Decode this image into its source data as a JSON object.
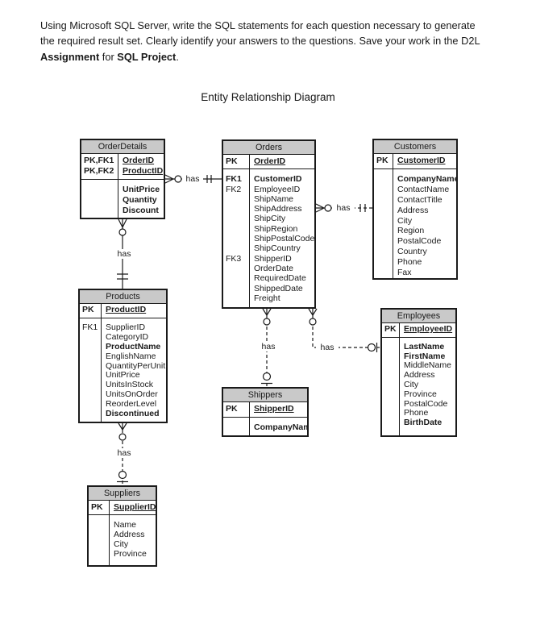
{
  "intro": {
    "lines": [
      [
        {
          "text": "Using Microsoft SQL Server, write the SQL statements for each question necessary to generate",
          "bold": false
        }
      ],
      [
        {
          "text": "the required result set. Clearly identify your answers to the questions. Save your work in the D2L",
          "bold": false
        }
      ],
      [
        {
          "text": "Assignment",
          "bold": true
        },
        {
          "text": " for ",
          "bold": false
        },
        {
          "text": "SQL Project",
          "bold": true
        },
        {
          "text": ".",
          "bold": false
        }
      ]
    ]
  },
  "diagram_title": "Entity Relationship Diagram",
  "entities": [
    {
      "name": "OrderDetails",
      "pk_rows": [
        {
          "key": "PK,FK1",
          "key_bold": true,
          "field": "OrderID",
          "pk": true
        },
        {
          "key": "PK,FK2",
          "key_bold": true,
          "field": "ProductID",
          "pk": true
        }
      ],
      "attr_rows": [
        {
          "key": "",
          "field": "UnitPrice",
          "bold": true
        },
        {
          "key": "",
          "field": "Quantity",
          "bold": true
        },
        {
          "key": "",
          "field": "Discount",
          "bold": true
        }
      ]
    },
    {
      "name": "Orders",
      "pk_rows": [
        {
          "key": "PK",
          "key_bold": true,
          "field": "OrderID",
          "pk": true
        }
      ],
      "attr_rows": [
        {
          "key": "FK1",
          "key_bold": true,
          "field": "CustomerID",
          "bold": true
        },
        {
          "key": "FK2",
          "key_bold": false,
          "field": "EmployeeID",
          "bold": false
        },
        {
          "key": "",
          "field": "ShipName",
          "bold": false
        },
        {
          "key": "",
          "field": "ShipAddress",
          "bold": false
        },
        {
          "key": "",
          "field": "ShipCity",
          "bold": false
        },
        {
          "key": "",
          "field": "ShipRegion",
          "bold": false
        },
        {
          "key": "",
          "field": "ShipPostalCode",
          "bold": false
        },
        {
          "key": "",
          "field": "ShipCountry",
          "bold": false
        },
        {
          "key": "FK3",
          "key_bold": false,
          "field": "ShipperID",
          "bold": false
        },
        {
          "key": "",
          "field": "OrderDate",
          "bold": false
        },
        {
          "key": "",
          "field": "RequiredDate",
          "bold": false
        },
        {
          "key": "",
          "field": "ShippedDate",
          "bold": false
        },
        {
          "key": "",
          "field": "Freight",
          "bold": false
        }
      ]
    },
    {
      "name": "Customers",
      "pk_rows": [
        {
          "key": "PK",
          "key_bold": true,
          "field": "CustomerID",
          "pk": true
        }
      ],
      "attr_rows": [
        {
          "key": "",
          "field": "CompanyName",
          "bold": true
        },
        {
          "key": "",
          "field": "ContactName",
          "bold": false
        },
        {
          "key": "",
          "field": "ContactTitle",
          "bold": false
        },
        {
          "key": "",
          "field": "Address",
          "bold": false
        },
        {
          "key": "",
          "field": "City",
          "bold": false
        },
        {
          "key": "",
          "field": "Region",
          "bold": false
        },
        {
          "key": "",
          "field": "PostalCode",
          "bold": false
        },
        {
          "key": "",
          "field": "Country",
          "bold": false
        },
        {
          "key": "",
          "field": "Phone",
          "bold": false
        },
        {
          "key": "",
          "field": "Fax",
          "bold": false
        }
      ]
    },
    {
      "name": "Products",
      "pk_rows": [
        {
          "key": "PK",
          "key_bold": true,
          "field": "ProductID",
          "pk": true
        }
      ],
      "attr_rows": [
        {
          "key": "FK1",
          "key_bold": false,
          "field": "SupplierID",
          "bold": false
        },
        {
          "key": "",
          "field": "CategoryID",
          "bold": false
        },
        {
          "key": "",
          "field": "ProductName",
          "bold": true
        },
        {
          "key": "",
          "field": "EnglishName",
          "bold": false
        },
        {
          "key": "",
          "field": "QuantityPerUnit",
          "bold": false
        },
        {
          "key": "",
          "field": "UnitPrice",
          "bold": false
        },
        {
          "key": "",
          "field": "UnitsInStock",
          "bold": false
        },
        {
          "key": "",
          "field": "UnitsOnOrder",
          "bold": false
        },
        {
          "key": "",
          "field": "ReorderLevel",
          "bold": false
        },
        {
          "key": "",
          "field": "Discontinued",
          "bold": true
        }
      ]
    },
    {
      "name": "Employees",
      "pk_rows": [
        {
          "key": "PK",
          "key_bold": true,
          "field": "EmployeeID",
          "pk": true
        }
      ],
      "attr_rows": [
        {
          "key": "",
          "field": "LastName",
          "bold": true
        },
        {
          "key": "",
          "field": "FirstName",
          "bold": true
        },
        {
          "key": "",
          "field": "MiddleName",
          "bold": false
        },
        {
          "key": "",
          "field": "Address",
          "bold": false
        },
        {
          "key": "",
          "field": "City",
          "bold": false
        },
        {
          "key": "",
          "field": "Province",
          "bold": false
        },
        {
          "key": "",
          "field": "PostalCode",
          "bold": false
        },
        {
          "key": "",
          "field": "Phone",
          "bold": false
        },
        {
          "key": "",
          "field": "BirthDate",
          "bold": true
        }
      ]
    },
    {
      "name": "Shippers",
      "pk_rows": [
        {
          "key": "PK",
          "key_bold": true,
          "field": "ShipperID",
          "pk": true
        }
      ],
      "attr_rows": [
        {
          "key": "",
          "field": "CompanyName",
          "bold": true
        }
      ]
    },
    {
      "name": "Suppliers",
      "pk_rows": [
        {
          "key": "PK",
          "key_bold": true,
          "field": "SupplierID",
          "pk": true
        }
      ],
      "attr_rows": [
        {
          "key": "",
          "field": "Name",
          "bold": false
        },
        {
          "key": "",
          "field": "Address",
          "bold": false
        },
        {
          "key": "",
          "field": "City",
          "bold": false
        },
        {
          "key": "",
          "field": "Province",
          "bold": false
        }
      ]
    }
  ],
  "relationships": [
    {
      "from": "Orders",
      "to": "OrderDetails",
      "label": "has",
      "line": "solid",
      "orders_end": "one-and-only-one",
      "orderdetails_end": "zero-or-many"
    },
    {
      "from": "Customers",
      "to": "Orders",
      "label": "has",
      "line": "dashed",
      "customers_end": "one-and-only-one",
      "orders_end": "zero-or-many"
    },
    {
      "from": "Products",
      "to": "OrderDetails",
      "label": "has",
      "line": "solid",
      "products_end": "one-and-only-one",
      "orderdetails_end": "zero-or-many"
    },
    {
      "from": "Shippers",
      "to": "Orders",
      "label": "has",
      "line": "dashed",
      "shippers_end": "zero-or-one",
      "orders_end": "zero-or-many"
    },
    {
      "from": "Employees",
      "to": "Orders",
      "label": "has",
      "line": "dashed",
      "employees_end": "zero-or-one",
      "orders_end": "zero-or-many"
    },
    {
      "from": "Suppliers",
      "to": "Products",
      "label": "has",
      "line": "dashed",
      "suppliers_end": "zero-or-one",
      "products_end": "zero-or-many"
    }
  ],
  "colors": {
    "header_fill": "#c9c9c9",
    "line": "#1a1a1a",
    "background": "#ffffff"
  }
}
